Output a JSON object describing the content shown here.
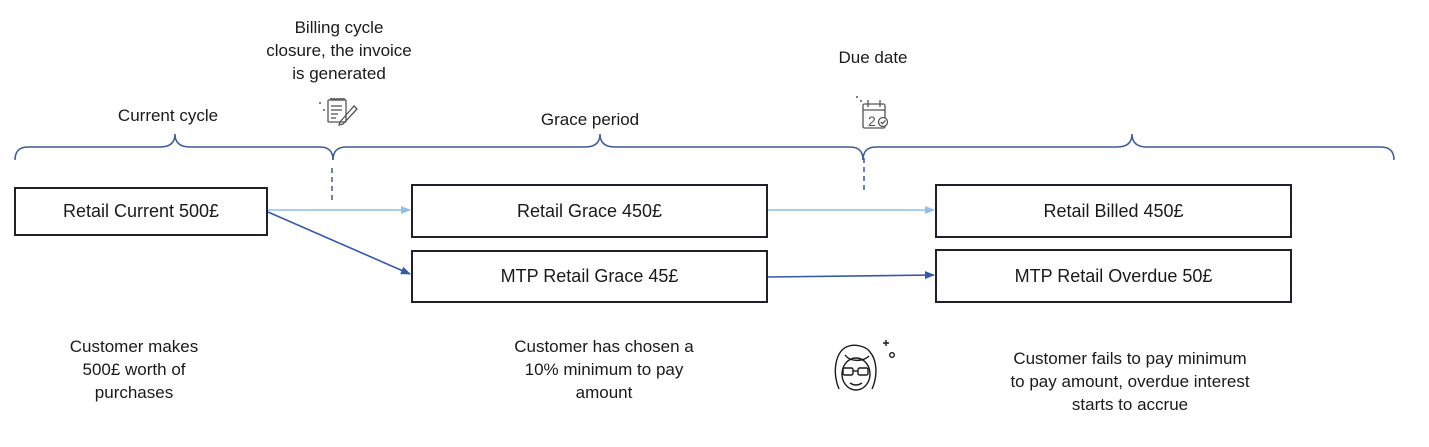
{
  "phases": {
    "current_cycle": "Current cycle",
    "grace_period": "Grace period"
  },
  "events": {
    "billing_closure": [
      "Billing cycle",
      "closure, the invoice",
      "is generated"
    ],
    "due_date": "Due date"
  },
  "boxes": {
    "retail_current": "Retail Current  500£",
    "retail_grace": "Retail Grace 450£",
    "mtp_retail_grace": "MTP Retail Grace 45£",
    "retail_billed": "Retail Billed 450£",
    "mtp_retail_overdue": "MTP Retail Overdue 50£"
  },
  "captions": {
    "purchases": [
      "Customer makes",
      "500£ worth of",
      "purchases"
    ],
    "minimum": [
      "Customer has chosen a",
      "10% minimum to pay",
      "amount"
    ],
    "overdue": [
      "Customer fails to pay minimum",
      "to pay amount, overdue interest",
      "starts to accrue"
    ]
  },
  "icons": {
    "invoice": "invoice-icon",
    "calendar": "calendar-icon",
    "customer": "customer-avatar-icon"
  },
  "colors": {
    "brace": "#3d5a99",
    "arrow_light": "#8ec1ea",
    "arrow_dark": "#3459a8",
    "box_border": "#1f1f2e",
    "text": "#1a1a1a"
  }
}
